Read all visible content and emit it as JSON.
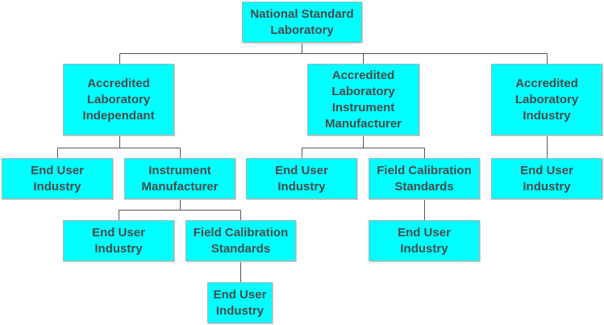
{
  "diagram": {
    "node_color": "#00ffff",
    "line_color": "#555555",
    "text_color": "#4a4a4a",
    "nodes": {
      "root": "National Standard\nLaboratory",
      "lab_independant": "Accredited\nLaboratory\nIndependant",
      "lab_manufacturer": "Accredited\nLaboratory\nInstrument\nManufacturer",
      "lab_industry": "Accredited\nLaboratory\nIndustry",
      "ind_end_user": "End User\nIndustry",
      "ind_instrument": "Instrument\nManufacturer",
      "inst_end_user": "End User\nIndustry",
      "inst_field_cal": "Field Calibration\nStandards",
      "inst_field_end_user": "End User\nIndustry",
      "man_end_user": "End User\nIndustry",
      "man_field_cal": "Field Calibration\nStandards",
      "man_field_end_user": "End User\nIndustry",
      "industry_end_user": "End User\nIndustry"
    }
  }
}
